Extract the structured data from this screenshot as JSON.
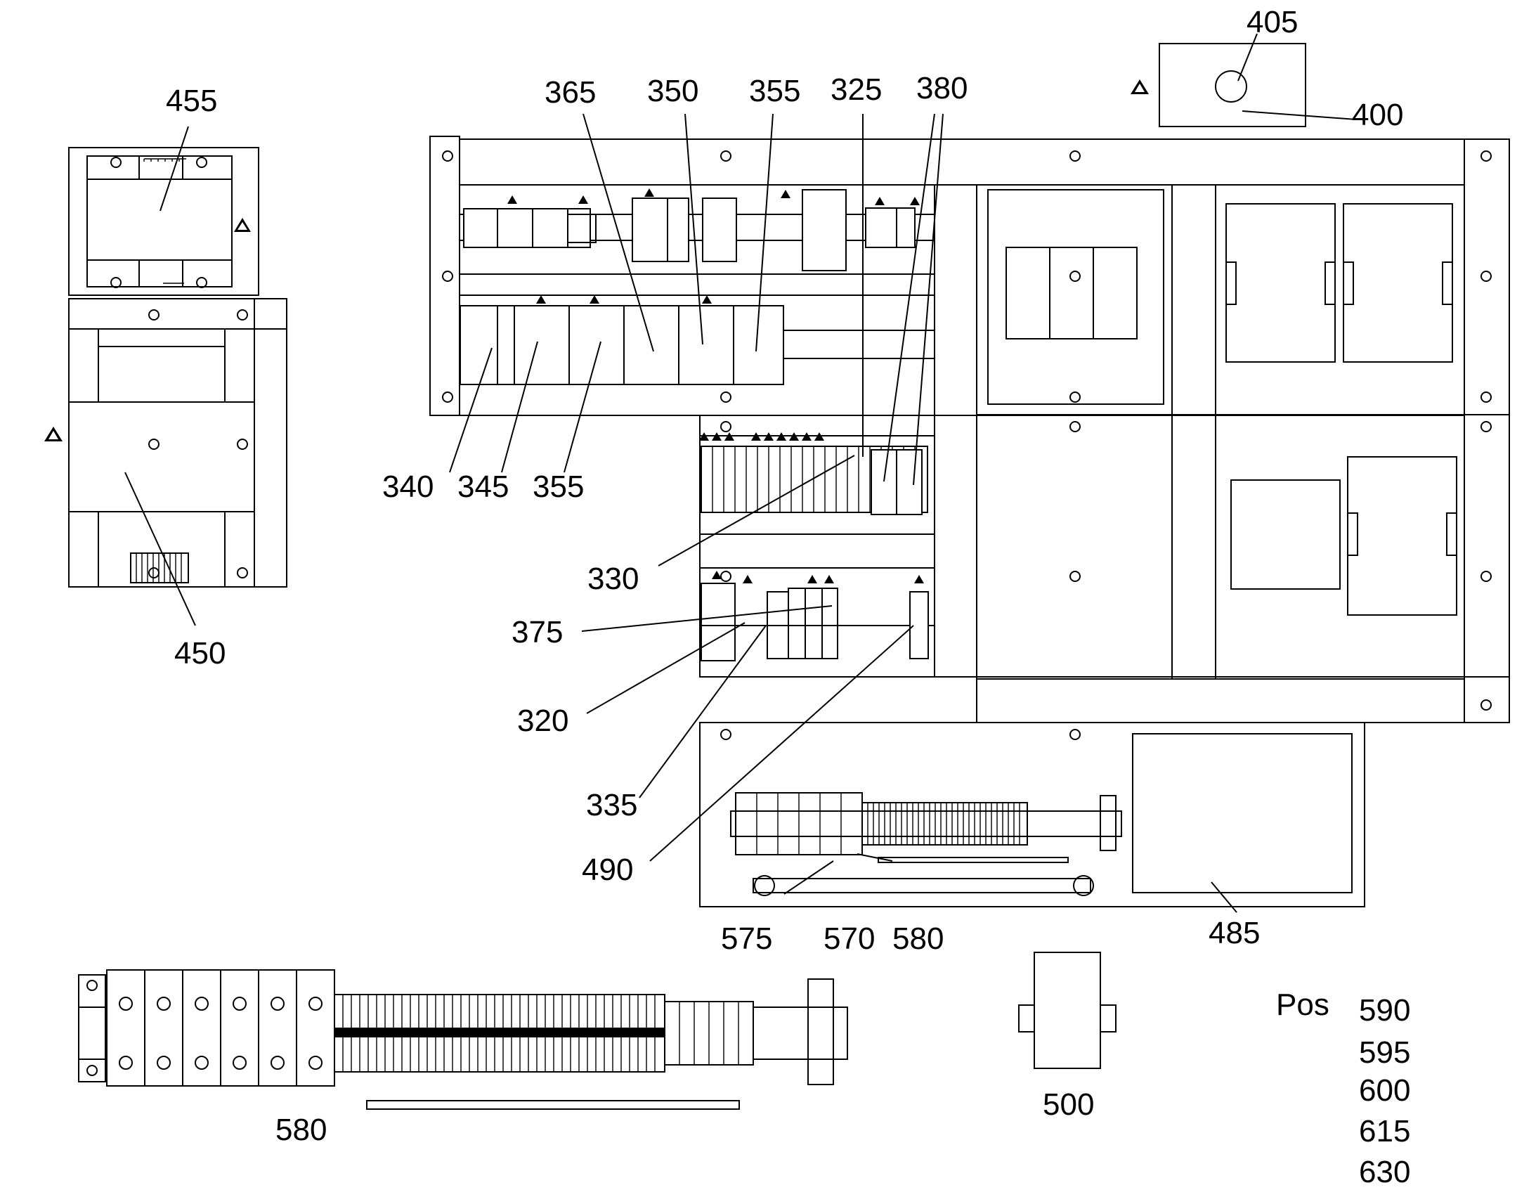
{
  "labels": {
    "c455": "455",
    "c450": "450",
    "c365": "365",
    "c350": "350",
    "c355a": "355",
    "c325": "325",
    "c380": "380",
    "c405": "405",
    "c400": "400",
    "c340": "340",
    "c345": "345",
    "c355b": "355",
    "c330": "330",
    "c375": "375",
    "c320": "320",
    "c335": "335",
    "c490": "490",
    "c575": "575",
    "c570": "570",
    "c580a": "580",
    "c485": "485",
    "c580b": "580",
    "c500": "500"
  },
  "pos_block": {
    "title": "Pos",
    "items": [
      "590",
      "595",
      "600",
      "615",
      "630"
    ]
  }
}
